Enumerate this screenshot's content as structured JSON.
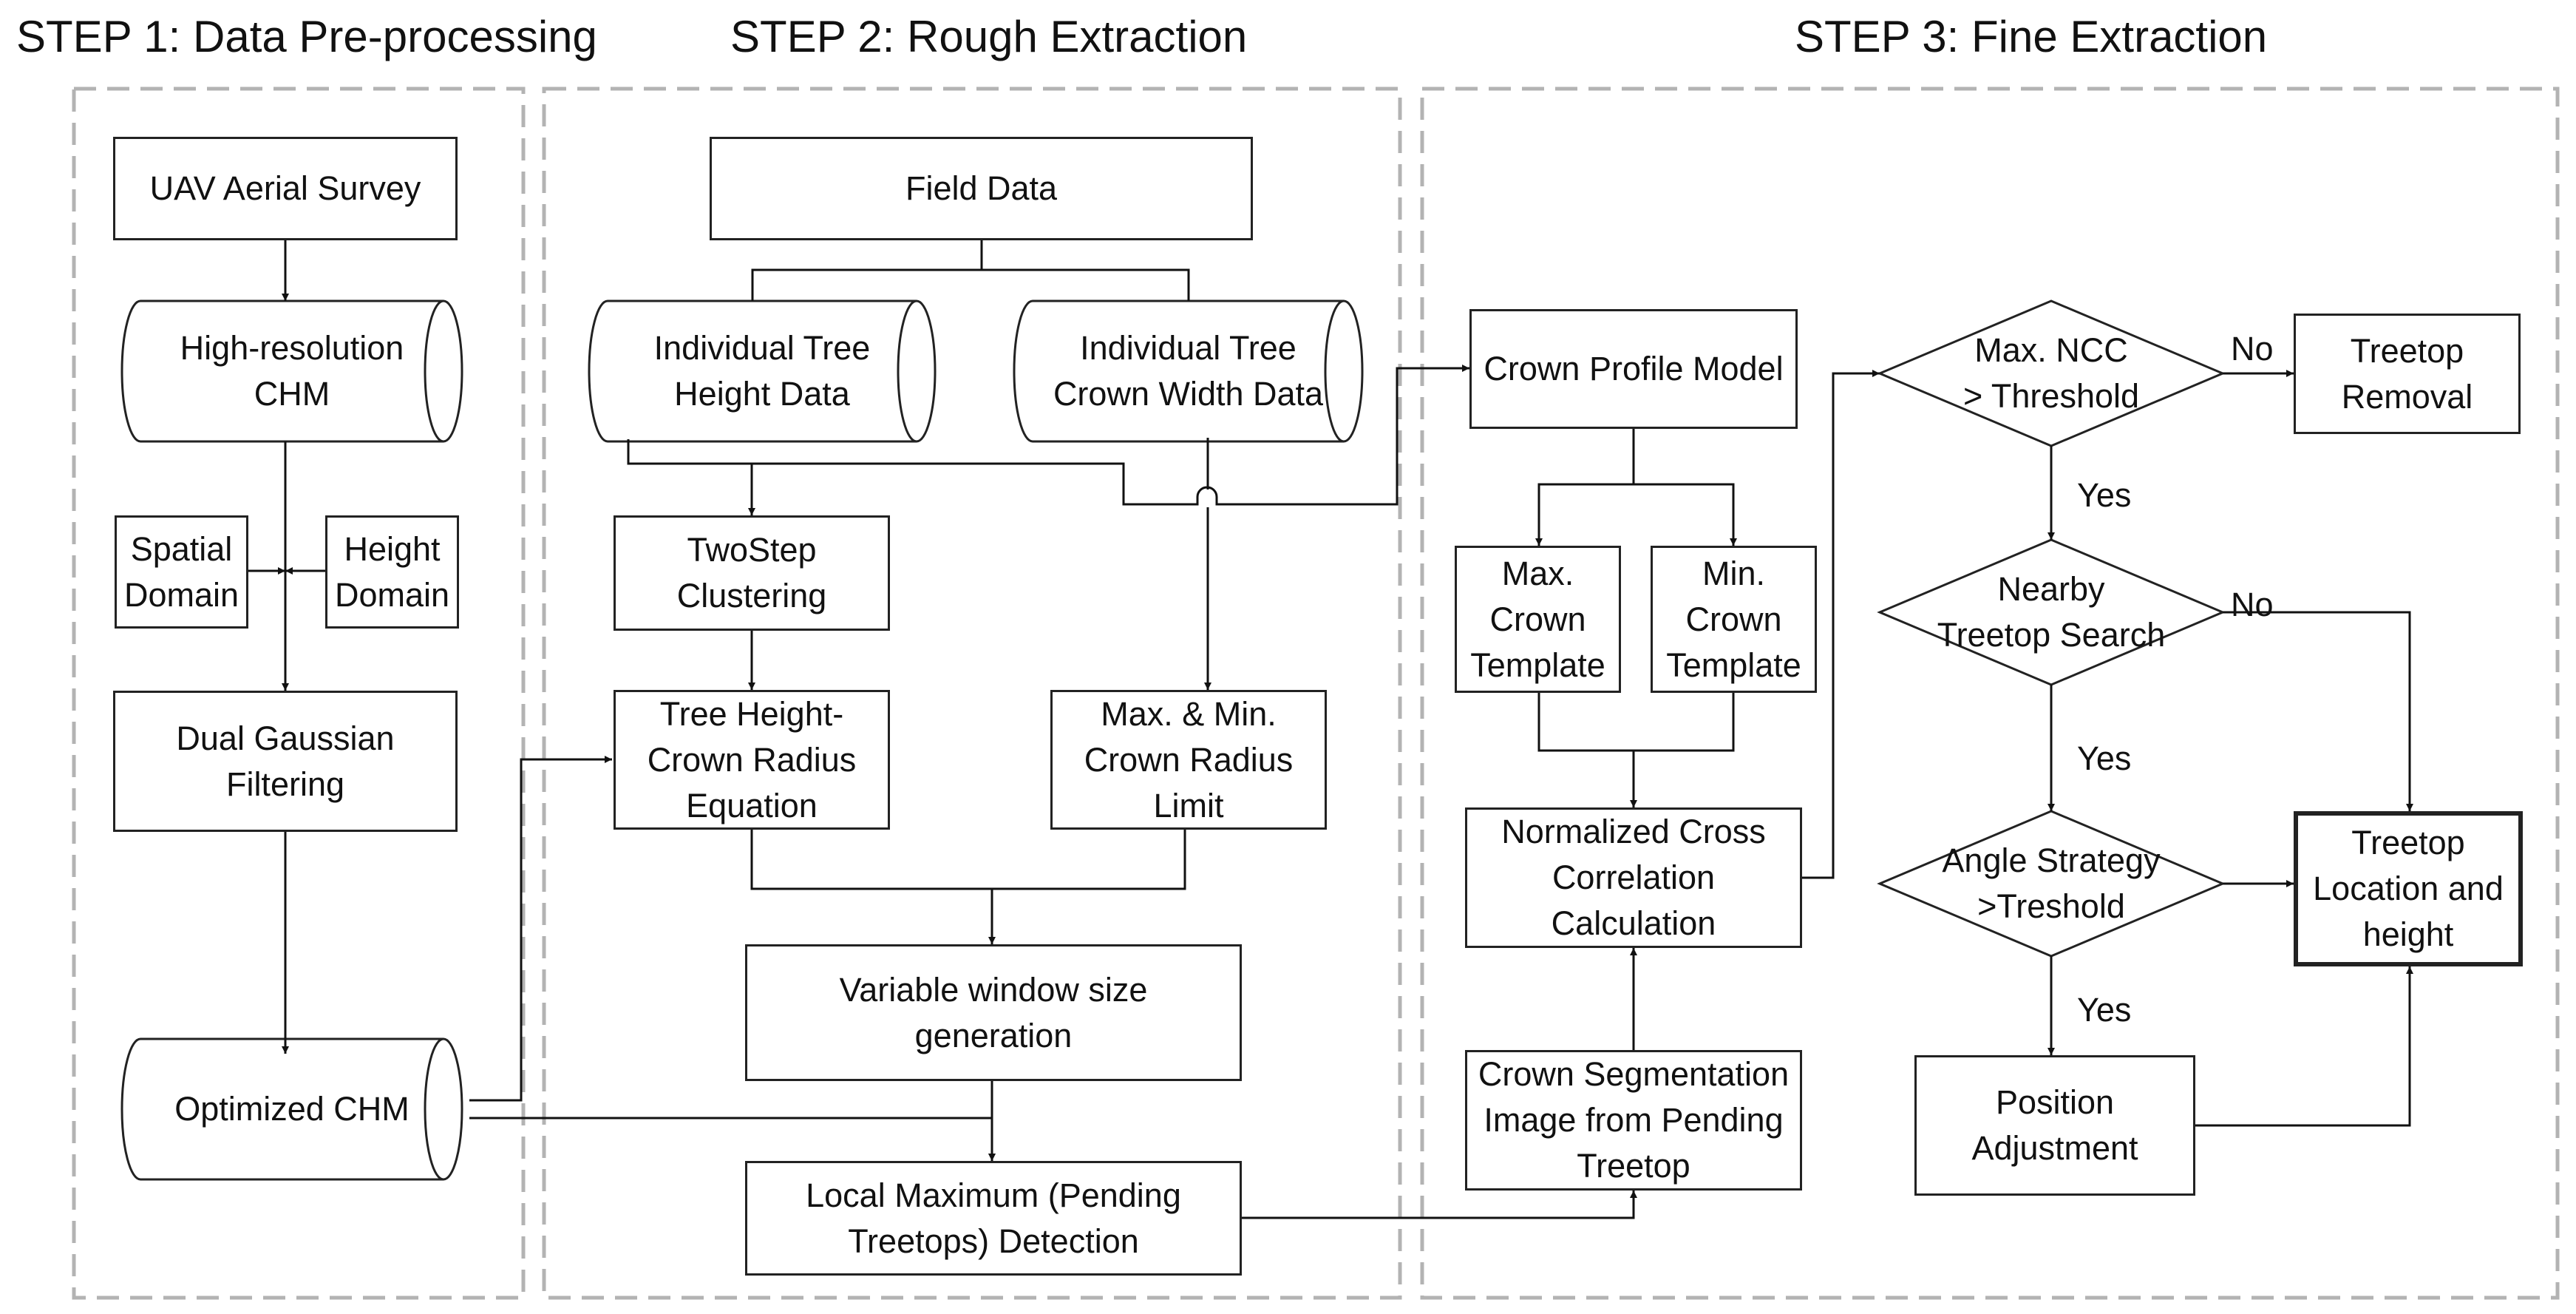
{
  "steps": {
    "step1": "STEP 1: Data Pre-processing",
    "step2": "STEP 2: Rough Extraction",
    "step3": "STEP 3: Fine Extraction"
  },
  "nodes": {
    "uav_survey": "UAV Aerial Survey",
    "high_res_chm": "High-resolution\nCHM",
    "spatial_domain": "Spatial\nDomain",
    "height_domain": "Height\nDomain",
    "dual_gaussian": "Dual Gaussian\nFiltering",
    "optimized_chm": "Optimized CHM",
    "field_data": "Field Data",
    "tree_height_data": "Individual Tree\nHeight Data",
    "crown_width_data": "Individual Tree\nCrown Width Data",
    "twostep": "TwoStep\nClustering",
    "tree_height_eq": "Tree Height-\nCrown Radius\nEquation",
    "crown_radius_limit": "Max. & Min.\nCrown Radius\nLimit",
    "variable_window": "Variable window size\ngeneration",
    "local_maximum": "Local Maximum (Pending\nTreetops) Detection",
    "crown_profile": "Crown Profile Model",
    "max_template": "Max.\nCrown\nTemplate",
    "min_template": "Min.\nCrown\nTemplate",
    "ncc_calc": "Normalized Cross\nCorrelation\nCalculation",
    "crown_seg": "Crown Segmentation\nImage from Pending\nTreetop",
    "max_ncc": "Max. NCC\n> Threshold",
    "treetop_removal": "Treetop\nRemoval",
    "nearby_search": "Nearby\nTreetop Search",
    "angle_strategy": "Angle Strategy\n>Treshold",
    "position_adjust": "Position\nAdjustment",
    "treetop_output": "Treetop\nLocation and\nheight"
  },
  "edge_labels": {
    "no_1": "No",
    "yes_1": "Yes",
    "no_2": "No",
    "yes_2": "Yes",
    "yes_3": "Yes"
  },
  "colors": {
    "line": "#111111",
    "dashed_border": "#b3b3b3"
  }
}
